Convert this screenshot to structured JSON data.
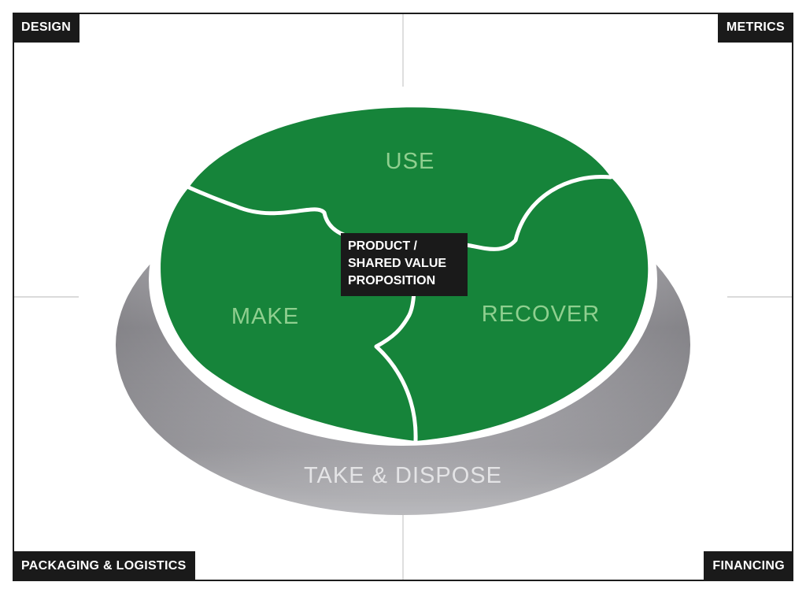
{
  "corners": {
    "top_left": "DESIGN",
    "top_right": "METRICS",
    "bottom_left": "PACKAGING & LOGISTICS",
    "bottom_right": "FINANCING"
  },
  "segments": {
    "use": "USE",
    "make": "MAKE",
    "recover": "RECOVER"
  },
  "center": {
    "line1": "PRODUCT /",
    "line2": "SHARED VALUE",
    "line3": "PROPOSITION"
  },
  "base_label": "TAKE & DISPOSE",
  "colors": {
    "segment_fill": "#16843a",
    "segment_text": "#8fcf8f",
    "base_text": "#e4e4e6",
    "label_bg": "#1a1a1a",
    "label_text": "#ffffff"
  }
}
